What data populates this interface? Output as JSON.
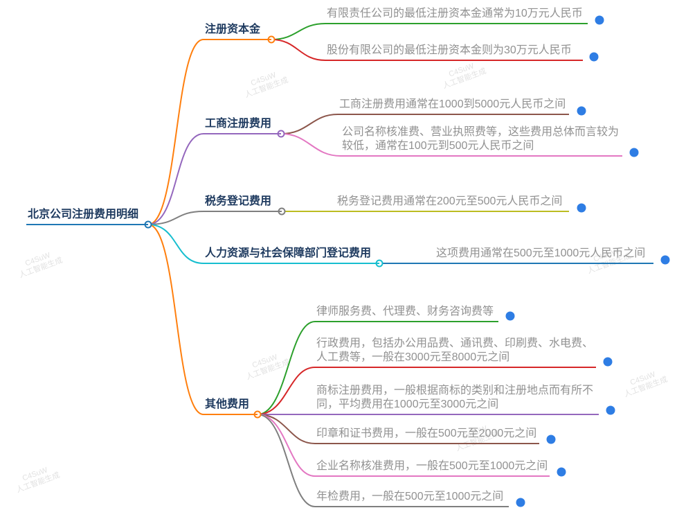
{
  "root": {
    "label": "北京公司注册费用明细"
  },
  "branches": [
    {
      "label": "注册资本金",
      "color": "#ff7f0e",
      "children": [
        {
          "text": "有限责任公司的最低注册资本金通常为10万元人民币",
          "color": "#2ca02c"
        },
        {
          "text": "股份有限公司的最低注册资本金则为30万元人民币",
          "color": "#d62728"
        }
      ]
    },
    {
      "label": "工商注册费用",
      "color": "#9467bd",
      "children": [
        {
          "text": "工商注册费用通常在1000到5000元人民币之间",
          "color": "#8c564b"
        },
        {
          "text": "公司名称核准费、营业执照费等，这些费用总体而言较为较低，通常在100元到500元人民币之间",
          "color": "#e377c2"
        }
      ]
    },
    {
      "label": "税务登记费用",
      "color": "#7f7f7f",
      "children": [
        {
          "text": "税务登记费用通常在200元至500元人民币之间",
          "color": "#bcbd22"
        }
      ]
    },
    {
      "label": "人力资源与社会保障部门登记费用",
      "color": "#17becf",
      "children": [
        {
          "text": "这项费用通常在500元至1000元人民币之间",
          "color": "#1f77b4"
        }
      ]
    },
    {
      "label": "其他费用",
      "color": "#ff7f0e",
      "children": [
        {
          "text": "律师服务费、代理费、财务咨询费等",
          "color": "#2ca02c"
        },
        {
          "text": "行政费用，包括办公用品费、通讯费、印刷费、水电费、人工费等，一般在3000元至8000元之间",
          "color": "#d62728"
        },
        {
          "text": "商标注册费用，一般根据商标的类别和注册地点而有所不同，平均费用在1000元至3000元之间",
          "color": "#9467bd"
        },
        {
          "text": "印章和证书费用，一般在500元至2000元之间",
          "color": "#8c564b"
        },
        {
          "text": "企业名称核准费用，一般在500元至1000元之间",
          "color": "#e377c2"
        },
        {
          "text": "年检费用，一般在500元至1000元之间",
          "color": "#7f7f7f"
        }
      ]
    }
  ],
  "watermark": {
    "line1": "C4SuW",
    "line2": "人工智能生成"
  },
  "colors": {
    "root_underline": "#1f77b4",
    "branch_label_text": "#1e3a5f",
    "leaf_text": "#919191",
    "leaf_marker": "#2e7de4",
    "palette": [
      "#1f77b4",
      "#ff7f0e",
      "#2ca02c",
      "#d62728",
      "#9467bd",
      "#8c564b",
      "#e377c2",
      "#7f7f7f",
      "#bcbd22",
      "#17becf"
    ]
  },
  "icons": {
    "node_toggle": "hollow-circle",
    "leaf_marker": "filled-circle"
  }
}
